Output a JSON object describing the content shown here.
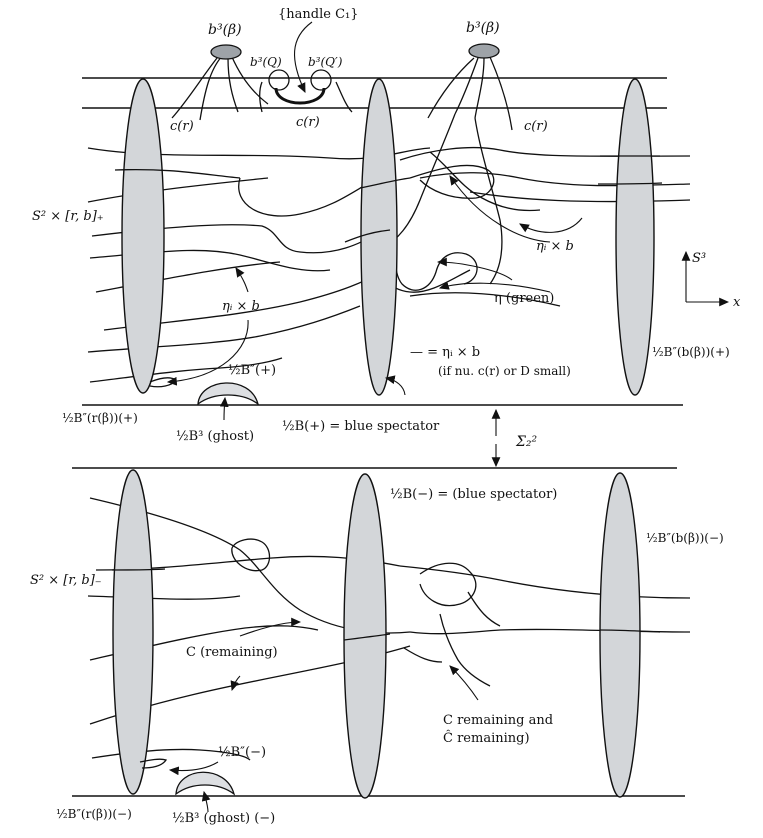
{
  "labels": {
    "handle": "{handle C₁}",
    "b3_beta_left": "b³(β)",
    "b3_beta_right": "b³(β)",
    "b3_Q": "b³(Q)",
    "b3_Q_prime": "b³(Q′)",
    "c_r_1": "c(r)",
    "c_r_2": "c(r)",
    "c_r_3": "c(r)",
    "s2_plus": "S² × [r, b]₊",
    "eta_b_top": "ηᵢ × b",
    "eta_b_left": "ηᵢ × b",
    "eta_green": "η (green)",
    "axis_s3": "S³",
    "axis_x": "x",
    "b_half_plus": "½B″(+)",
    "eta_b_dash": "— = ηᵢ × b",
    "eta_b_note": "(if nu. c(r) or D small)",
    "right_plus": "½B″(b(β))(+)",
    "left_plus": "½B″(r(β))(+)",
    "ghost_top": "½B³ (ghost)",
    "blue_spec_plus": "½B(+) = blue spectator",
    "sigma": "Σ₂²",
    "blue_spec_minus": "½B(−) = (blue spectator)",
    "right_minus": "½B″(b(β))(−)",
    "s2_minus": "S² × [r, b]₋",
    "c_remaining": "C (remaining)",
    "c_remaining_and_1": "C remaining and",
    "c_remaining_and_2": "Ĉ remaining)",
    "b_half_minus": "½B″(−)",
    "left_minus": "½B″(r(β))(−)",
    "ghost_bottom": "½B³ (ghost) (−)"
  },
  "colors": {
    "disk_fill": "#d3d6d9",
    "b3_cap_fill": "#9ea3a8",
    "ghost_fill": "#dddfe2",
    "ink": "#111111"
  }
}
